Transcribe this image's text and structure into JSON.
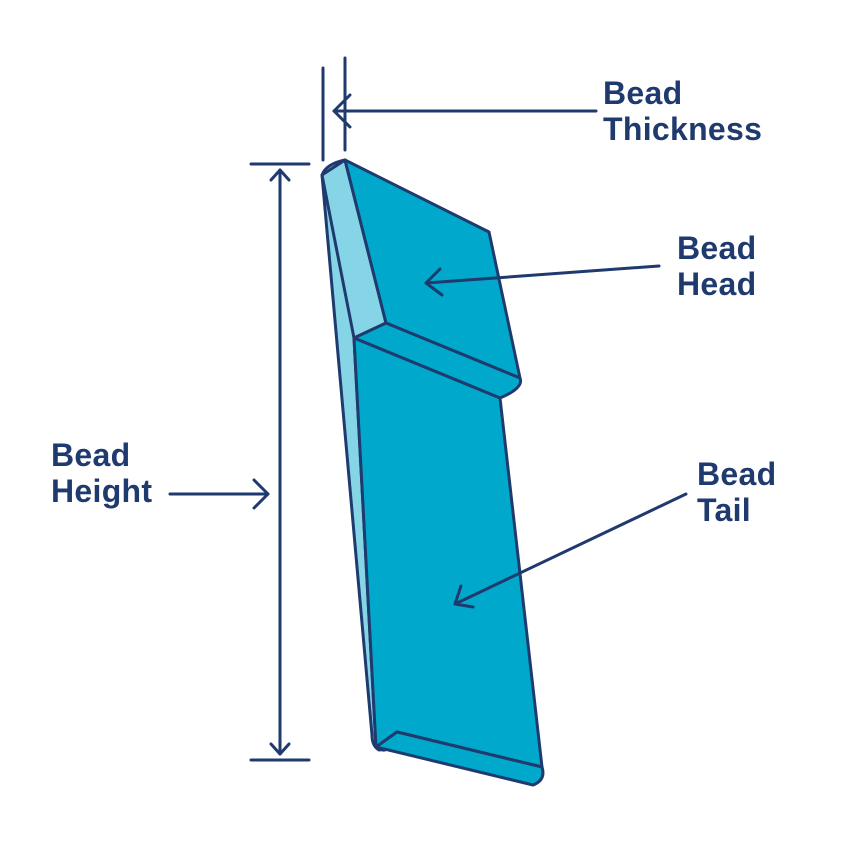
{
  "labels": {
    "thickness": [
      "Bead",
      "Thickness"
    ],
    "head": [
      "Bead",
      "Head"
    ],
    "height": [
      "Bead",
      "Height"
    ],
    "tail": [
      "Bead",
      "Tail"
    ]
  },
  "colors": {
    "outline": "#1f3a6e",
    "label": "#1f3a6e",
    "face": "#00a9cb",
    "side": "#86d5e6",
    "background": "#ffffff"
  },
  "icons": [
    "arrow-thickness-icon",
    "arrow-head-icon",
    "arrow-height-icon",
    "arrow-tail-icon",
    "dimension-arrow-icon"
  ]
}
